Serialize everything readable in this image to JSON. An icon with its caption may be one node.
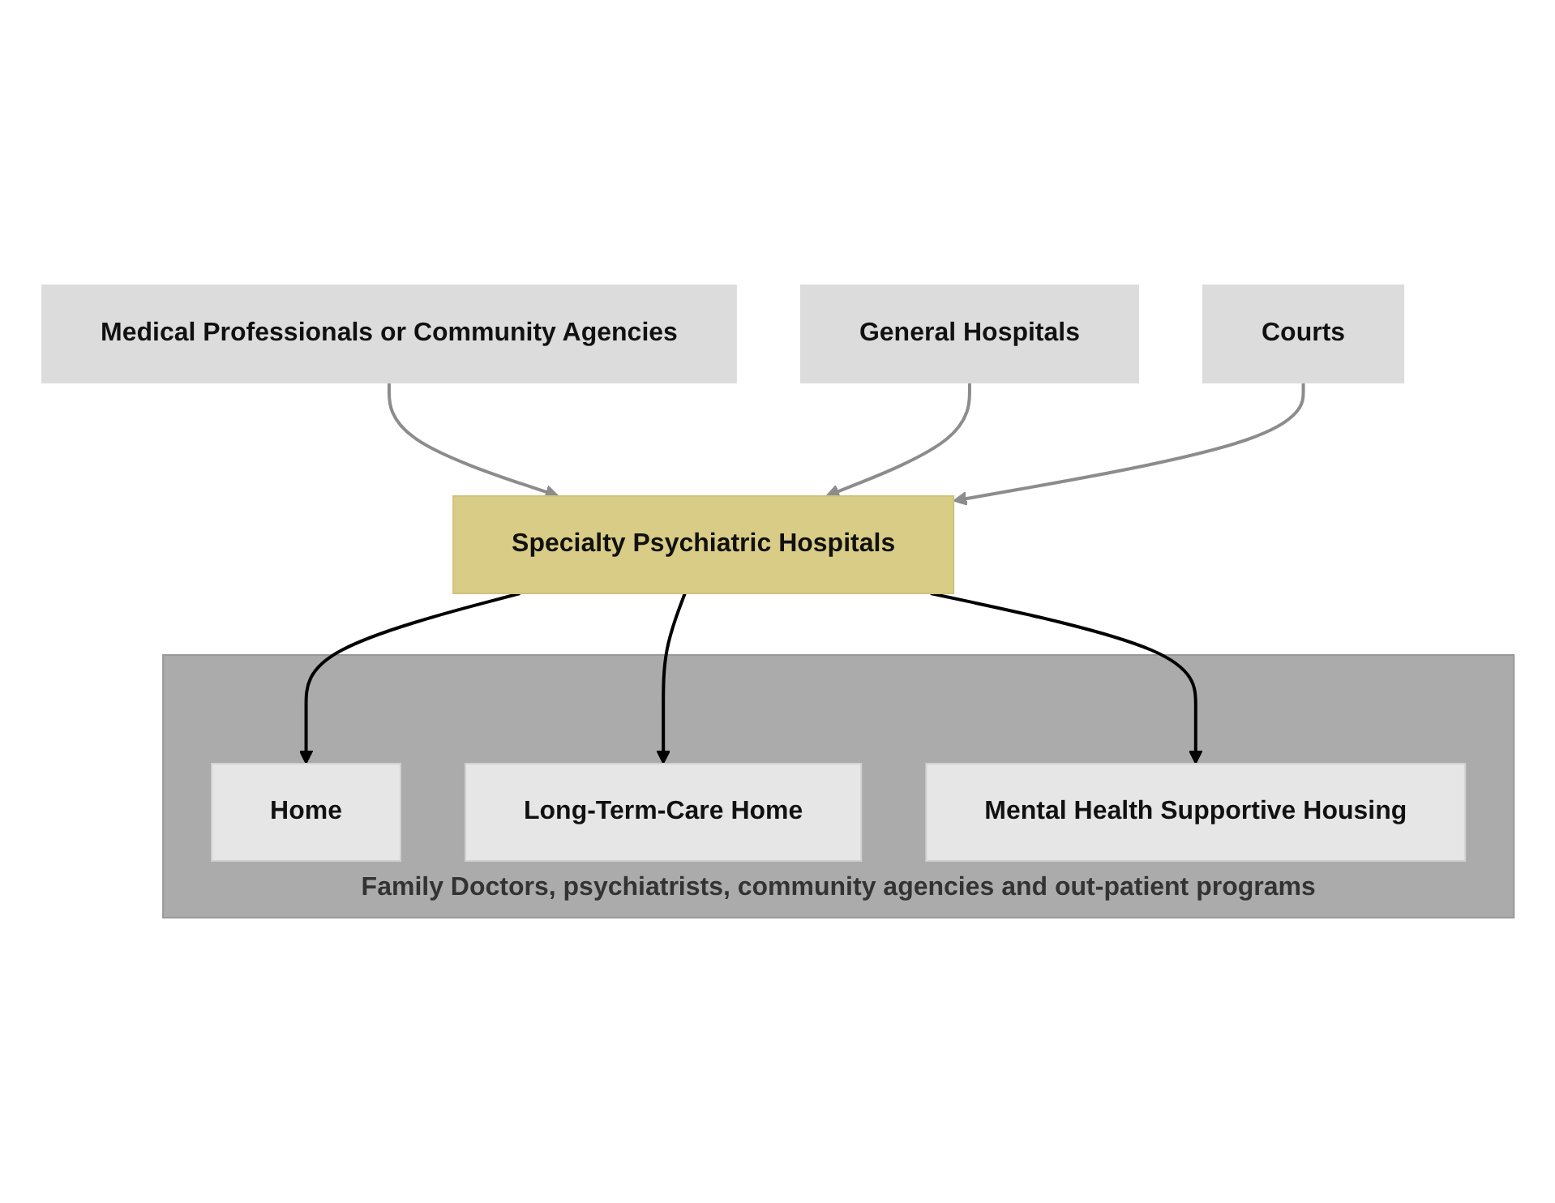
{
  "diagram": {
    "nodes": [
      {
        "text": [
          "Medical Professionals or Community Agencies"
        ]
      },
      {
        "text": [
          "General Hospitals"
        ]
      },
      {
        "text": [
          "Courts"
        ]
      },
      {
        "text": [
          "Specialty Psychiatric Hospitals"
        ]
      },
      {
        "text": [
          "Family Doctors, psychiatrists, community agencies and out-patient programs"
        ]
      },
      {
        "text": [
          "Home"
        ],
        "in": 4
      },
      {
        "text": [
          "Long-Term-Care Home"
        ],
        "in": 4
      },
      {
        "text": [
          "Mental Health Supportive Housing"
        ],
        "in": 4
      }
    ],
    "edges": [
      {
        "from": 0,
        "to": 3,
        "arrow": "to",
        "color": "#8c8c8c"
      },
      {
        "from": 1,
        "to": 3,
        "arrow": "to",
        "color": "#8c8c8c"
      },
      {
        "from": 2,
        "to": 3,
        "arrow": "to",
        "color": "#8c8c8c"
      },
      {
        "from": 3,
        "to": 5,
        "arrow": "to",
        "color": "#000000"
      },
      {
        "from": 3,
        "to": 6,
        "arrow": "to",
        "color": "#000000"
      },
      {
        "from": 3,
        "to": 7,
        "arrow": "to",
        "color": "#000000"
      }
    ]
  }
}
